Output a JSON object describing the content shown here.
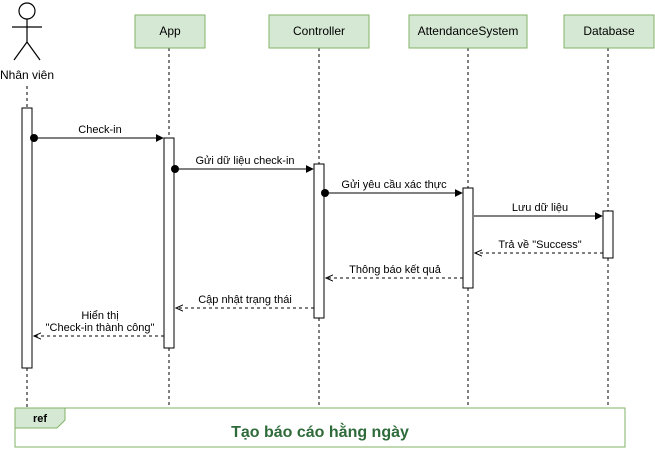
{
  "actor": {
    "label": "Nhân viên"
  },
  "participants": [
    {
      "id": "app",
      "label": "App"
    },
    {
      "id": "controller",
      "label": "Controller"
    },
    {
      "id": "attendance",
      "label": "AttendanceSystem"
    },
    {
      "id": "database",
      "label": "Database"
    }
  ],
  "messages": [
    {
      "label": "Check-in",
      "from": "actor",
      "to": "app",
      "kind": "sync"
    },
    {
      "label": "Gửi dữ liệu check-in",
      "from": "app",
      "to": "controller",
      "kind": "sync"
    },
    {
      "label": "Gửi yêu cầu xác thực",
      "from": "controller",
      "to": "attendance",
      "kind": "sync"
    },
    {
      "label": "Lưu dữ liệu",
      "from": "attendance",
      "to": "database",
      "kind": "sync"
    },
    {
      "label": "Trả về \"Success\"",
      "from": "database",
      "to": "attendance",
      "kind": "return"
    },
    {
      "label": "Thông báo kết quả",
      "from": "attendance",
      "to": "controller",
      "kind": "return"
    },
    {
      "label": "Cập nhật trạng thái",
      "from": "controller",
      "to": "app",
      "kind": "return"
    },
    {
      "label_line1": "Hiển thị",
      "label_line2": "\"Check-in thành công\"",
      "from": "app",
      "to": "actor",
      "kind": "return"
    }
  ],
  "ref_frame": {
    "tag": "ref",
    "title": "Tạo báo cáo hằng ngày"
  },
  "colors": {
    "participant_fill": "#d5e8d4",
    "participant_stroke": "#82b366",
    "ref_title": "#2f6b3a",
    "line": "#000000"
  }
}
